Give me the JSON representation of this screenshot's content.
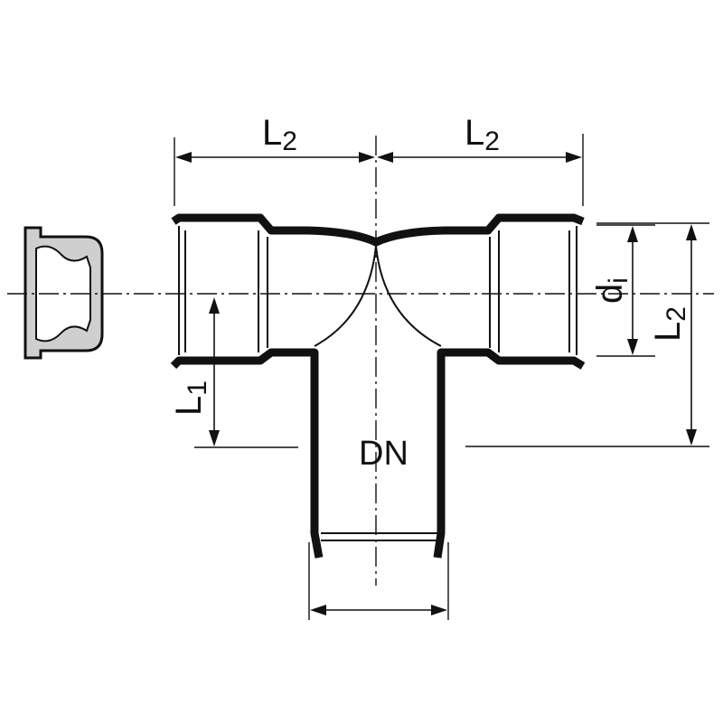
{
  "labels": {
    "top_left_length": "L",
    "top_left_length_sub": "2",
    "top_right_length": "L",
    "top_right_length_sub": "2",
    "inner_diameter": "d",
    "inner_diameter_sub": "i",
    "right_length": "L",
    "right_length_sub": "2",
    "branch_length": "L",
    "branch_length_sub": "1",
    "nominal_diameter": "DN"
  },
  "colors": {
    "line": "#111111",
    "cap_fill": "#cfcfcf",
    "background": "#ffffff"
  }
}
